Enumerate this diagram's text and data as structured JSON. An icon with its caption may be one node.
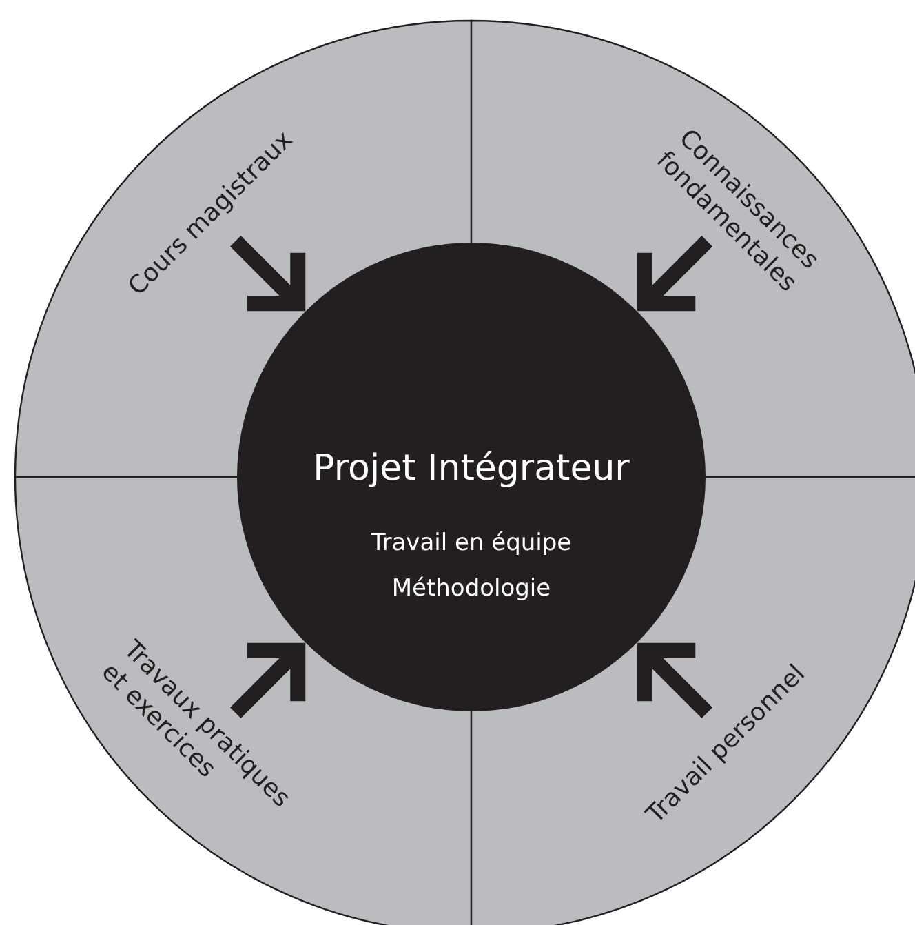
{
  "diagram": {
    "nodes": [
      {
        "text": [
          "Cours magistraux"
        ]
      },
      {
        "text": [
          "Connaissances fondamentales"
        ]
      },
      {
        "text": [
          "Projet Intégrateur",
          "Travail en équipe Méthodologie"
        ]
      },
      {
        "text": [
          "Travaux pratiques et exercices"
        ]
      },
      {
        "text": [
          "Travail personnel"
        ]
      }
    ],
    "edges": [
      {
        "from": 0,
        "to": 2,
        "arrow": "to"
      },
      {
        "from": 1,
        "to": 2,
        "arrow": "to"
      },
      {
        "from": 3,
        "to": 2,
        "arrow": "to"
      },
      {
        "from": 4,
        "to": 2,
        "arrow": "to"
      }
    ]
  }
}
